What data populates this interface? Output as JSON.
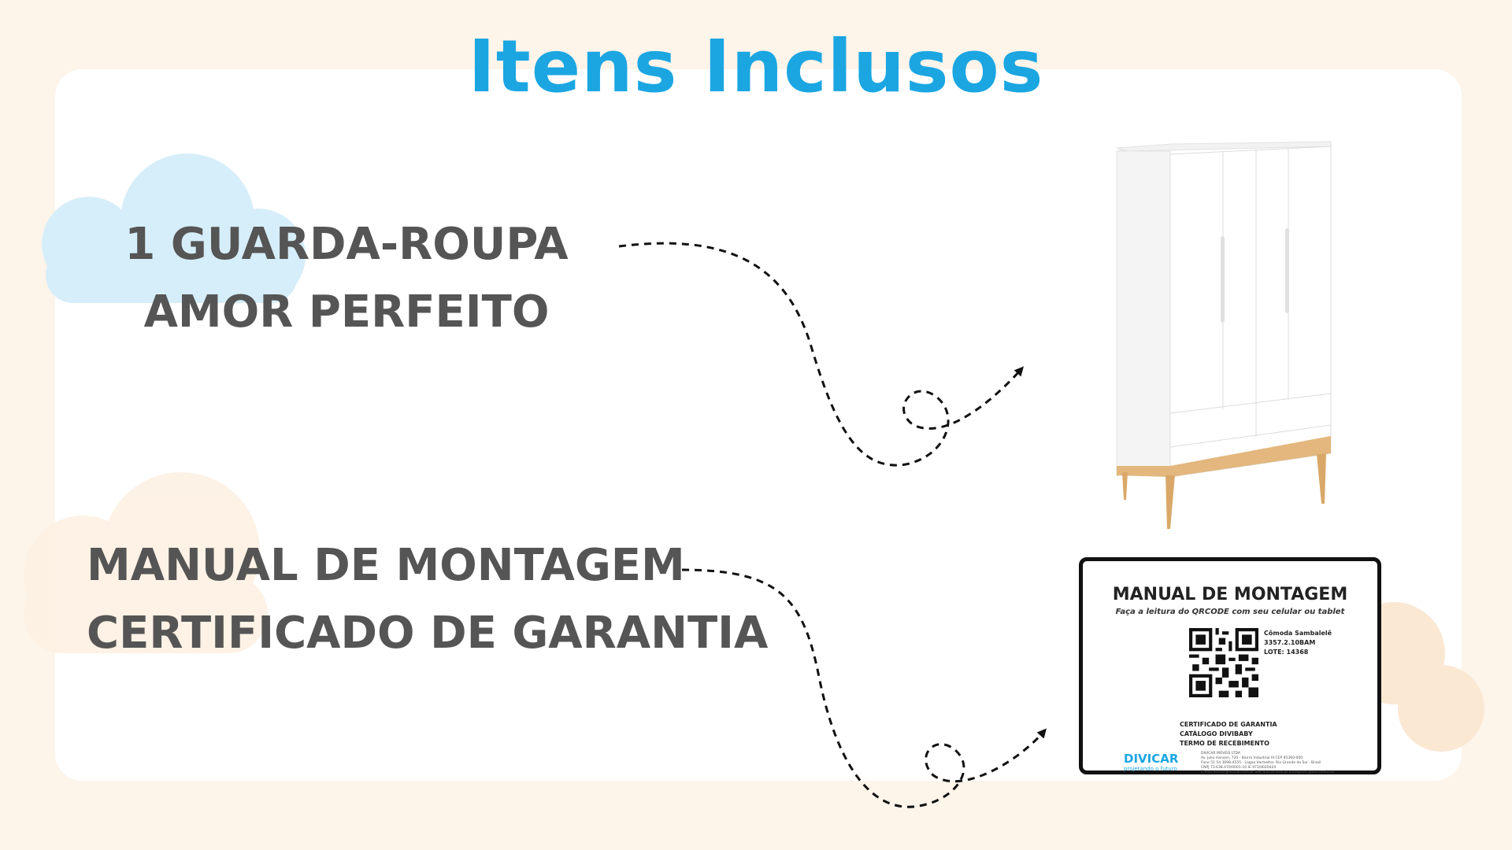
{
  "page": {
    "title": "Itens Inclusos",
    "accent_color": "#1ba6e2",
    "text_color": "#555555"
  },
  "items": [
    {
      "lines": [
        "1 GUARDA-ROUPA",
        "AMOR PERFEITO"
      ],
      "image": "wardrobe-image"
    },
    {
      "lines": [
        "MANUAL DE MONTAGEM",
        "CERTIFICADO DE GARANTIA"
      ],
      "image": "manual-card-image"
    }
  ],
  "manual_card": {
    "title": "MANUAL DE MONTAGEM",
    "subtitle": "Faça a leitura do QRCODE com seu celular ou tablet",
    "product": [
      "Cômoda Sambalelê",
      "3357.2.10BAM",
      "LOTE: 14368"
    ],
    "documents": [
      "CERTIFICADO DE GARANTIA",
      "CATÁLOGO DIVIBABY",
      "TERMO DE RECEBIMENTO"
    ],
    "brand": "DIVICAR",
    "tagline": "projetando o futuro",
    "address_lines": [
      "DIVICAR MÓVEIS LTDA",
      "Av. Julio Hansen, 720 - Bairro Industrial III CEP 95360-000",
      "Fone 51 54 3698-4555 - Lagoa Vermelha- Rio Grande do Sul - Brasil",
      "CNPJ 73.638.470/0001-10  IE 971/0020424",
      "E-mail divicar@divicar.com.br  Site divicar.com.br  Instagram @divicaroficial"
    ]
  }
}
